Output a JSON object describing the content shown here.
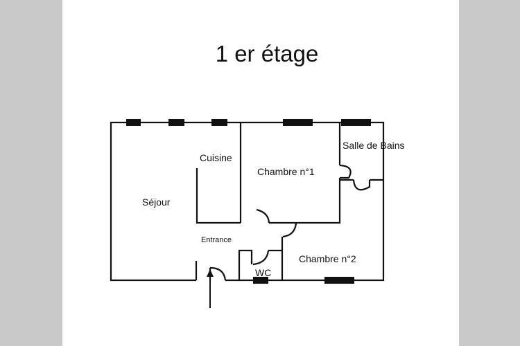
{
  "title": "1 er étage",
  "rooms": {
    "sejour": "Séjour",
    "cuisine": "Cuisine",
    "chambre1": "Chambre n°1",
    "salle_de_bains": "Salle de Bains",
    "entrance": "Entrance",
    "chambre2": "Chambre n°2",
    "wc": "WC"
  }
}
